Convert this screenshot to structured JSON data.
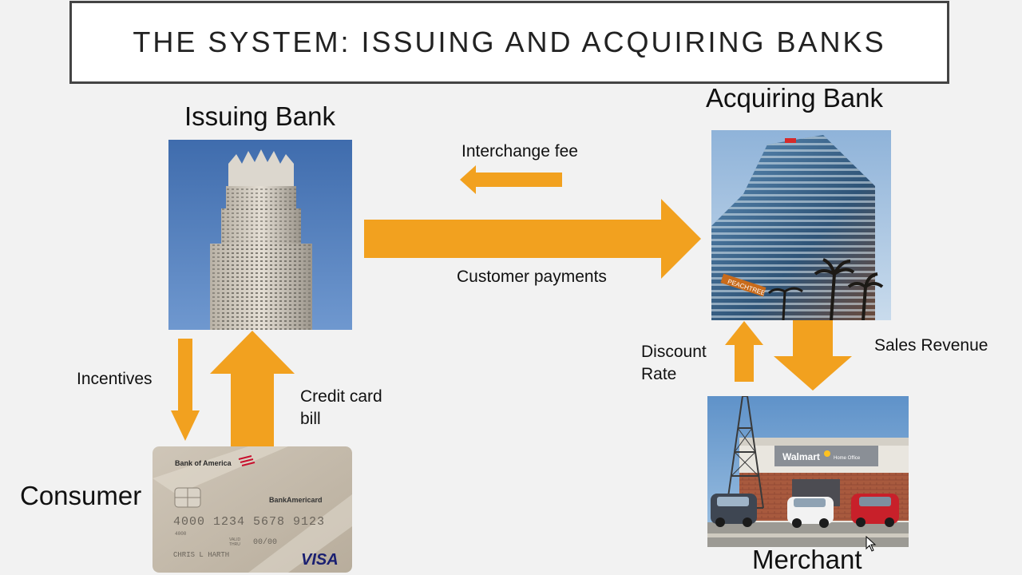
{
  "slide": {
    "title": "THE SYSTEM: ISSUING AND ACQUIRING BANKS"
  },
  "nodes": {
    "issuing_bank": "Issuing Bank",
    "acquiring_bank": "Acquiring Bank",
    "consumer": "Consumer",
    "merchant": "Merchant"
  },
  "flows": {
    "interchange_fee": "Interchange fee",
    "customer_payments": "Customer payments",
    "incentives": "Incentives",
    "credit_card_bill_line1": "Credit card",
    "credit_card_bill_line2": "bill",
    "discount_rate_line1": "Discount",
    "discount_rate_line2": "Rate",
    "sales_revenue": "Sales Revenue"
  },
  "card": {
    "bank_name": "Bank of America",
    "product": "BankAmericard",
    "number": "4000 1234 5678 9123",
    "number_small": "4000",
    "valid_thru_label_1": "VALID",
    "valid_thru_label_2": "THRU",
    "expiry": "00/00",
    "holder": "CHRIS L HARTH",
    "network": "VISA"
  },
  "store": {
    "sign": "Walmart",
    "subsign": "Home Office"
  },
  "building_sign": "PEACHTREE",
  "colors": {
    "arrow": "#f2a11f",
    "background": "#f2f2f2",
    "title_border": "#444444",
    "sky": "#4f79b6"
  }
}
